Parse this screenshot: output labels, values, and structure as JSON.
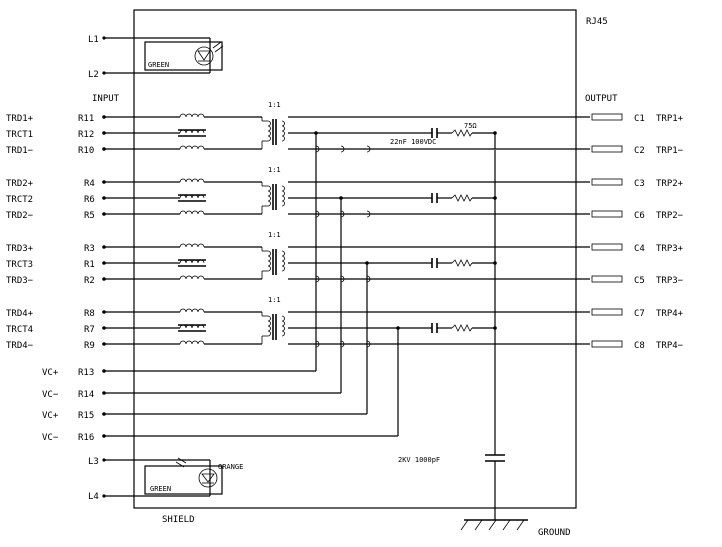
{
  "labels": {
    "connector": "RJ45",
    "input": "INPUT",
    "output": "OUTPUT",
    "shield": "SHIELD",
    "ground": "GROUND",
    "led_top": "GREEN",
    "led_bottom_1": "GREEN",
    "led_bottom_2": "ORANGE",
    "ratio": "1:1",
    "res_value": "75Ω",
    "cap_value": "22nF 100VDC",
    "hv_cap": "2KV 1000pF",
    "l1": "L1",
    "l2": "L2",
    "l3": "L3",
    "l4": "L4"
  },
  "channels": [
    {
      "ratio": "1:1",
      "inputs": [
        {
          "name": "TRD1+",
          "pin": "R11"
        },
        {
          "name": "TRCT1",
          "pin": "R12"
        },
        {
          "name": "TRD1−",
          "pin": "R10"
        }
      ],
      "outputs": [
        {
          "pin": "C1",
          "name": "TRP1+"
        },
        {
          "pin": "C2",
          "name": "TRP1−"
        }
      ]
    },
    {
      "ratio": "1:1",
      "inputs": [
        {
          "name": "TRD2+",
          "pin": "R4"
        },
        {
          "name": "TRCT2",
          "pin": "R6"
        },
        {
          "name": "TRD2−",
          "pin": "R5"
        }
      ],
      "outputs": [
        {
          "pin": "C3",
          "name": "TRP2+"
        },
        {
          "pin": "C6",
          "name": "TRP2−"
        }
      ]
    },
    {
      "ratio": "1:1",
      "inputs": [
        {
          "name": "TRD3+",
          "pin": "R3"
        },
        {
          "name": "TRCT3",
          "pin": "R1"
        },
        {
          "name": "TRD3−",
          "pin": "R2"
        }
      ],
      "outputs": [
        {
          "pin": "C4",
          "name": "TRP3+"
        },
        {
          "pin": "C5",
          "name": "TRP3−"
        }
      ]
    },
    {
      "ratio": "1:1",
      "inputs": [
        {
          "name": "TRD4+",
          "pin": "R8"
        },
        {
          "name": "TRCT4",
          "pin": "R7"
        },
        {
          "name": "TRD4−",
          "pin": "R9"
        }
      ],
      "outputs": [
        {
          "pin": "C7",
          "name": "TRP4+"
        },
        {
          "pin": "C8",
          "name": "TRP4−"
        }
      ]
    }
  ],
  "vc_pins": [
    {
      "name": "VC+",
      "pin": "R13"
    },
    {
      "name": "VC−",
      "pin": "R14"
    },
    {
      "name": "VC+",
      "pin": "R15"
    },
    {
      "name": "VC−",
      "pin": "R16"
    }
  ]
}
